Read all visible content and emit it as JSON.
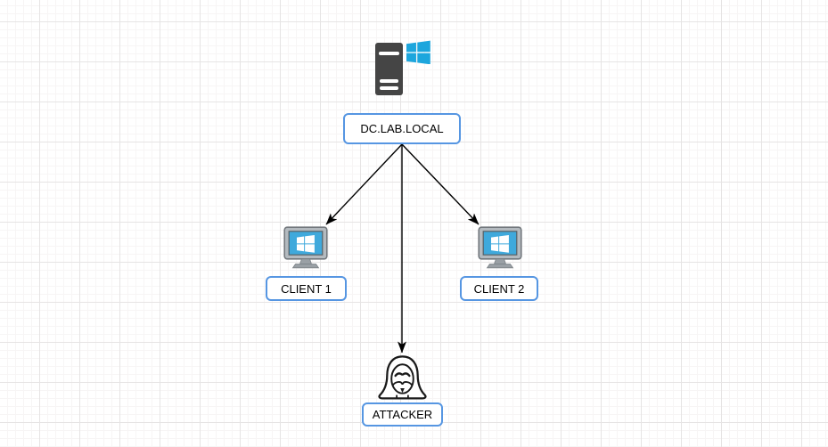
{
  "canvas": {
    "type": "diagram-grid-canvas",
    "background": "#ffffff",
    "grid_major_color": "#e6e4e4",
    "grid_minor_color": "#f7f5f5"
  },
  "colors": {
    "node_border": "#5696e2",
    "node_fill": "#ffffff",
    "text": "#000000",
    "arrow": "#000000",
    "windows_blue": "#1da6dd",
    "server_gray": "#454545",
    "monitor_screen_blue": "#3fa9dc",
    "monitor_bezel_gray": "#b4babf",
    "mask_outline": "#1a1a1a"
  },
  "nodes": {
    "dc": {
      "label": "DC.LAB.LOCAL",
      "icon": "windows-server-icon"
    },
    "client1": {
      "label": "CLIENT 1",
      "icon": "windows-monitor-icon"
    },
    "client2": {
      "label": "CLIENT 2",
      "icon": "windows-monitor-icon"
    },
    "attacker": {
      "label": "ATTACKER",
      "icon": "anonymous-mask-icon"
    }
  },
  "edges": [
    {
      "from": "dc",
      "to": "client1",
      "style": "arrow"
    },
    {
      "from": "dc",
      "to": "attacker",
      "style": "arrow"
    },
    {
      "from": "dc",
      "to": "client2",
      "style": "arrow"
    }
  ]
}
